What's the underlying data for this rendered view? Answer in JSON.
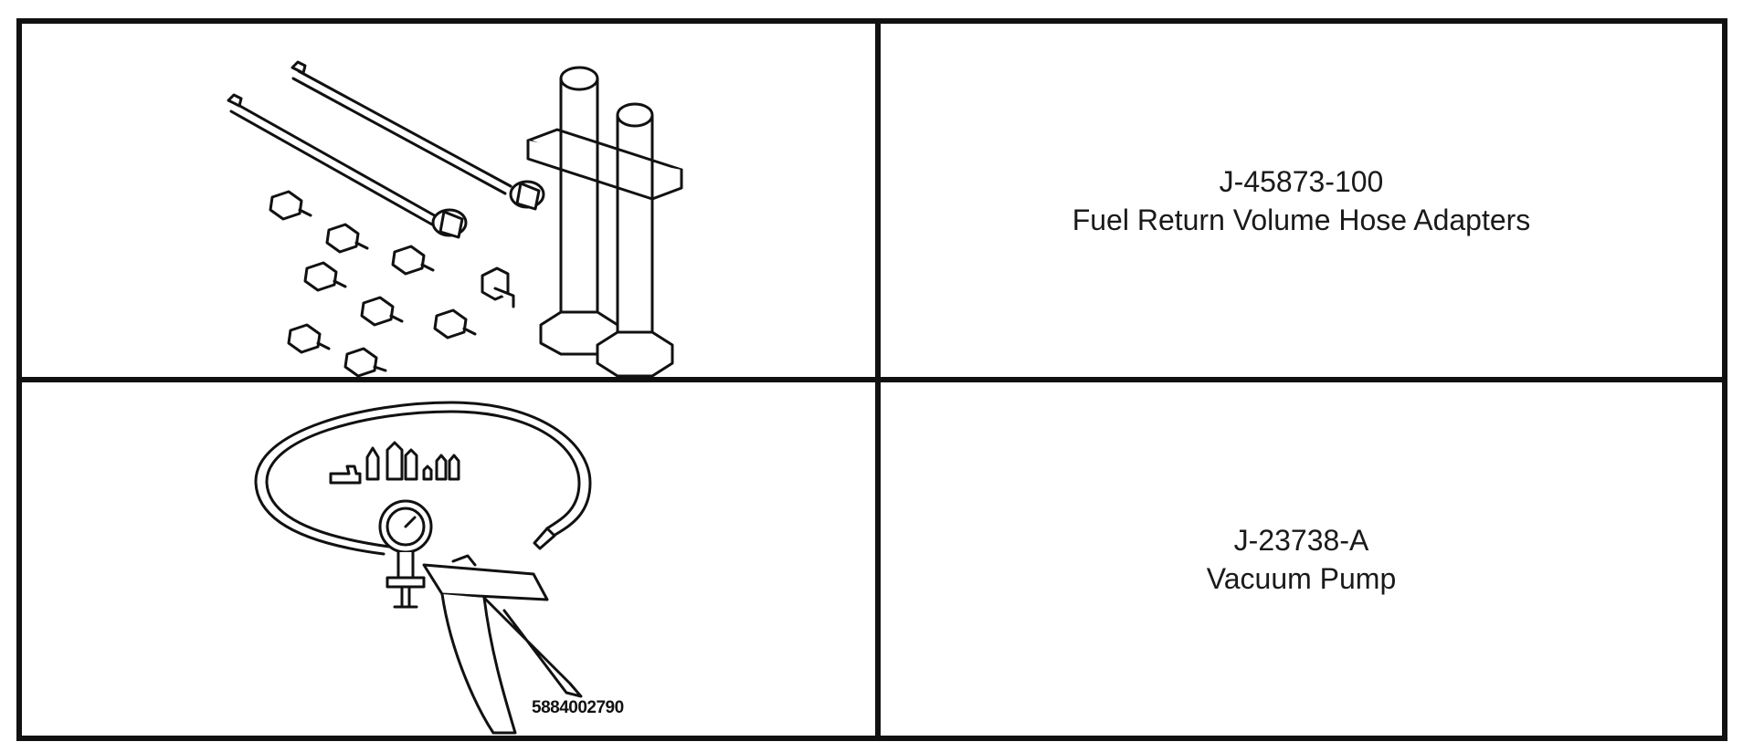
{
  "tools": [
    {
      "number": "J-45873-100",
      "name": "Fuel Return Volume Hose Adapters",
      "illustration_icon": "hose-adapters-and-stand-illustration"
    },
    {
      "number": "J-23738-A",
      "name": "Vacuum Pump",
      "illustration_icon": "vacuum-pump-illustration",
      "figure_code": "5884002790"
    }
  ],
  "colors": {
    "ink": "#111111",
    "background": "#ffffff"
  }
}
